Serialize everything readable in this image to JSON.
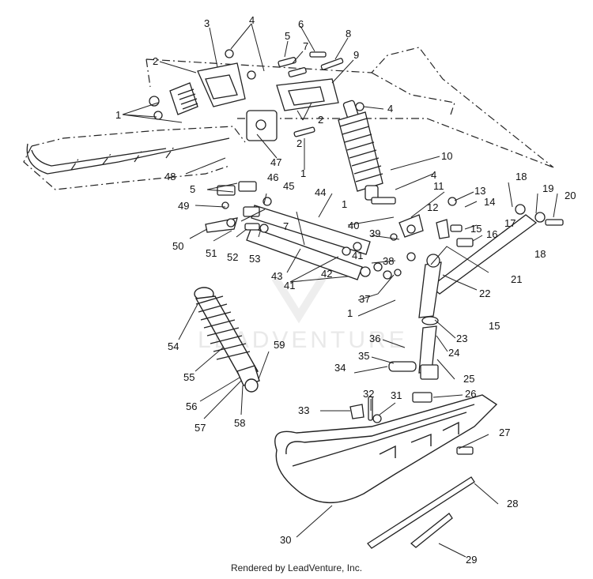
{
  "watermark": "LEADVENTURE",
  "footer": "Rendered by LeadVenture, Inc.",
  "callouts": {
    "n1": "1",
    "n2": "2",
    "n3": "3",
    "n4": "4",
    "n5": "5",
    "n6": "6",
    "n7": "7",
    "n8": "8",
    "n9": "9",
    "n10": "10",
    "n11": "11",
    "n12": "12",
    "n13": "13",
    "n14": "14",
    "n15": "15",
    "n16": "16",
    "n17": "17",
    "n18": "18",
    "n19": "19",
    "n20": "20",
    "n21": "21",
    "n22": "22",
    "n23": "23",
    "n24": "24",
    "n25": "25",
    "n26": "26",
    "n27": "27",
    "n28": "28",
    "n29": "29",
    "n30": "30",
    "n31": "31",
    "n32": "32",
    "n33": "33",
    "n34": "34",
    "n35": "35",
    "n36": "36",
    "n37": "37",
    "n38": "38",
    "n39": "39",
    "n40": "40",
    "n41": "41",
    "n42": "42",
    "n43": "43",
    "n44": "44",
    "n45": "45",
    "n46": "46",
    "n47": "47",
    "n48": "48",
    "n49": "49",
    "n50": "50",
    "n51": "51",
    "n52": "52",
    "n53": "53",
    "n54": "54",
    "n55": "55",
    "n56": "56",
    "n57": "57",
    "n58": "58",
    "n59": "59"
  }
}
